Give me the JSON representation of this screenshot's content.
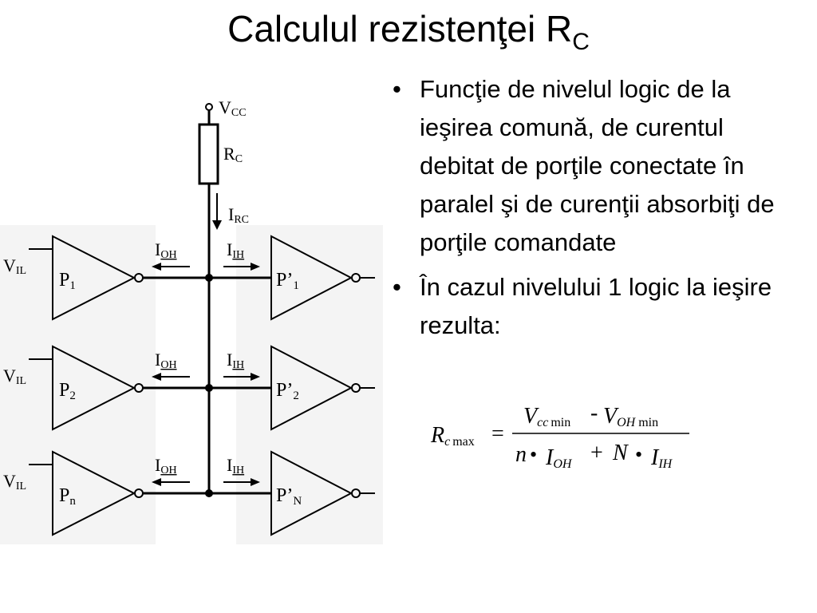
{
  "slide": {
    "title": "Calculul rezistenţei R",
    "title_sub": "C",
    "bullets": [
      "Funcţie de nivelul logic de la ieşirea comună, de curentul debitat de porţile conectate în paralel şi de curenţii absorbiţi de porţile comandate",
      "În cazul nivelului 1 logic la ieşire rezulta:"
    ],
    "bullet_symbol": "•"
  },
  "circuit": {
    "vcc": {
      "main": "V",
      "sub": "CC"
    },
    "rc": {
      "main": "R",
      "sub": "C"
    },
    "irc": {
      "main": "I",
      "sub": "RC"
    },
    "input_label": "V",
    "input_sub": "IL",
    "ioh": {
      "main": "I",
      "sub": "OH"
    },
    "iih": {
      "main": "I",
      "sub": "IH"
    },
    "rows": [
      {
        "driver": "P",
        "driver_sub": "1",
        "load": "P’",
        "load_sub": "1"
      },
      {
        "driver": "P",
        "driver_sub": "2",
        "load": "P’",
        "load_sub": "2"
      },
      {
        "driver": "P",
        "driver_sub": "n",
        "load": "P’",
        "load_sub": "N"
      }
    ]
  },
  "formula": {
    "lhs": "R",
    "lhs_sub": "c",
    "lhs_sub2": "max",
    "eq": "=",
    "num_v1": "V",
    "num_v1_sub": "cc",
    "num_v1_sub2": "min",
    "minus": "-",
    "num_v2": "V",
    "num_v2_sub": "OH",
    "num_v2_sub2": "min",
    "den_n": "n",
    "dot": "•",
    "den_i1": "I",
    "den_i1_sub": "OH",
    "plus": "+",
    "den_N": "N",
    "den_i2": "I",
    "den_i2_sub": "IH"
  }
}
